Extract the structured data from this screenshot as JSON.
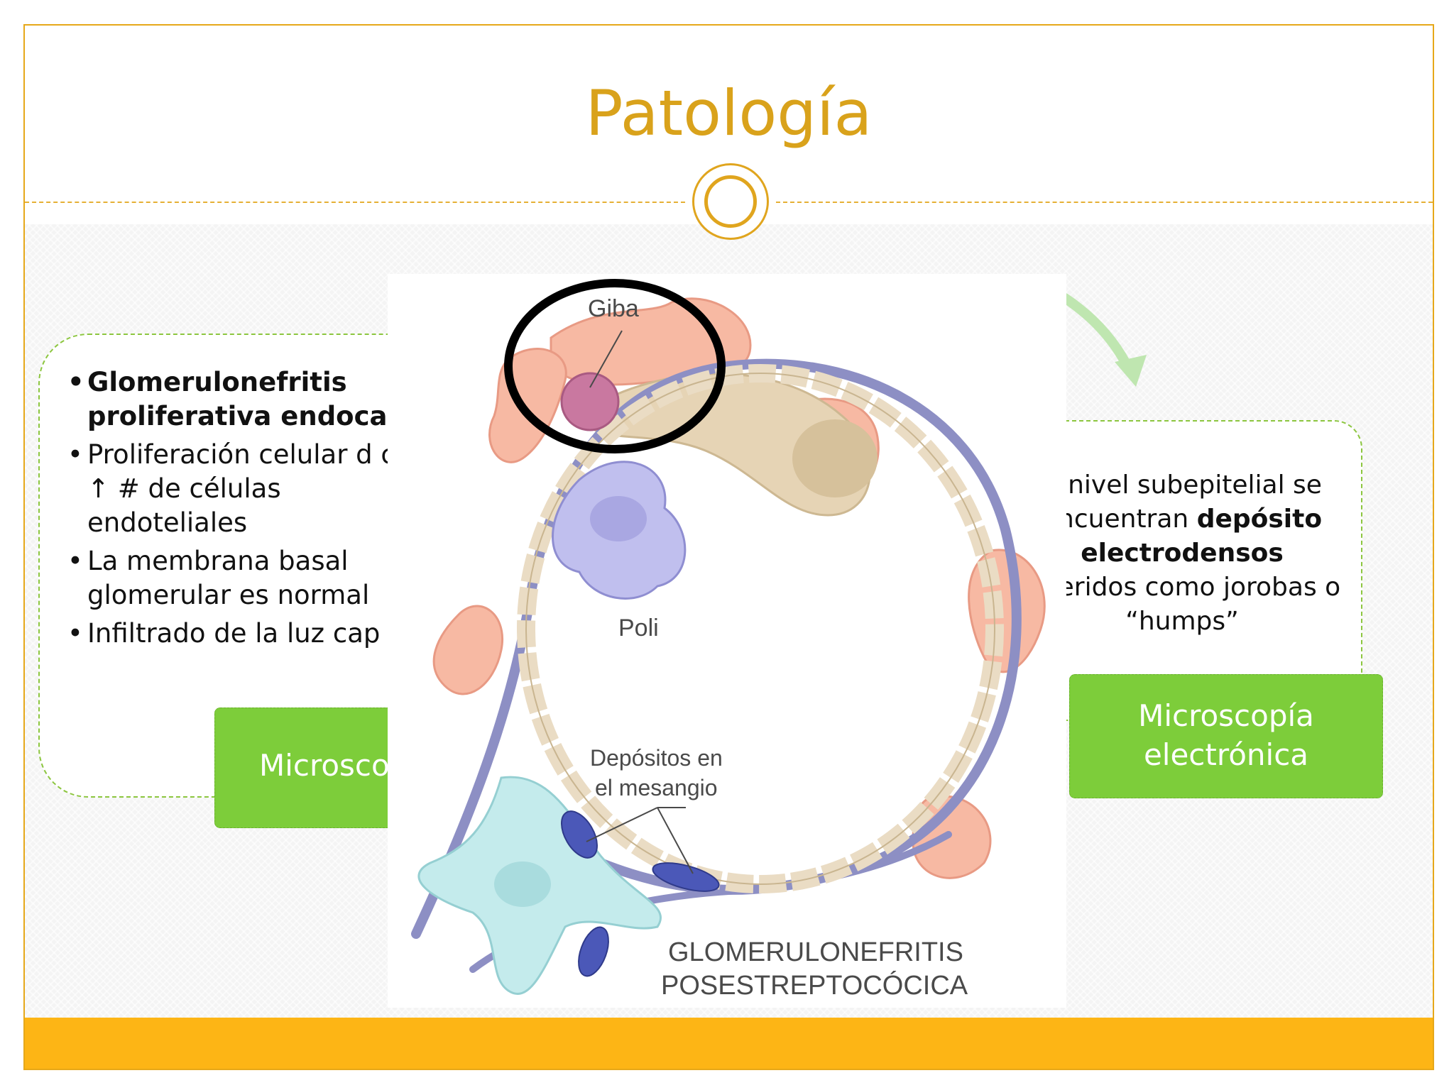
{
  "slide": {
    "title": "Patología",
    "colors": {
      "accent": "#d9a21b",
      "footer": "#fdb515",
      "button_green": "#7dcd3a",
      "box_border": "#8cc63f"
    }
  },
  "left_panel": {
    "bullets": [
      {
        "text": "Glomerulonefritis proliferativa endocap",
        "bold": true
      },
      {
        "text": " Proliferación celular d con ↑ # de células endoteliales",
        "bold": false
      },
      {
        "text": " La membrana basal glomerular es normal",
        "bold": false
      },
      {
        "text": " Infiltrado de la luz cap",
        "bold": false
      }
    ],
    "button_label": "Microsco"
  },
  "right_panel": {
    "text_1": "A nivel subepitelial se encuentran ",
    "text_bold": "depósito electrodensos",
    "text_2": " referidos como jorobas  o “humps”",
    "button_label": "Microscopía electrónica"
  },
  "figure": {
    "label_giba": "Giba",
    "label_poli": "Poli",
    "label_depositos_1": "Depósitos en",
    "label_depositos_2": "el mesangio",
    "caption_1": "GLOMERULONEFRITIS",
    "caption_2": "POSESTREPTOCÓCICA"
  }
}
